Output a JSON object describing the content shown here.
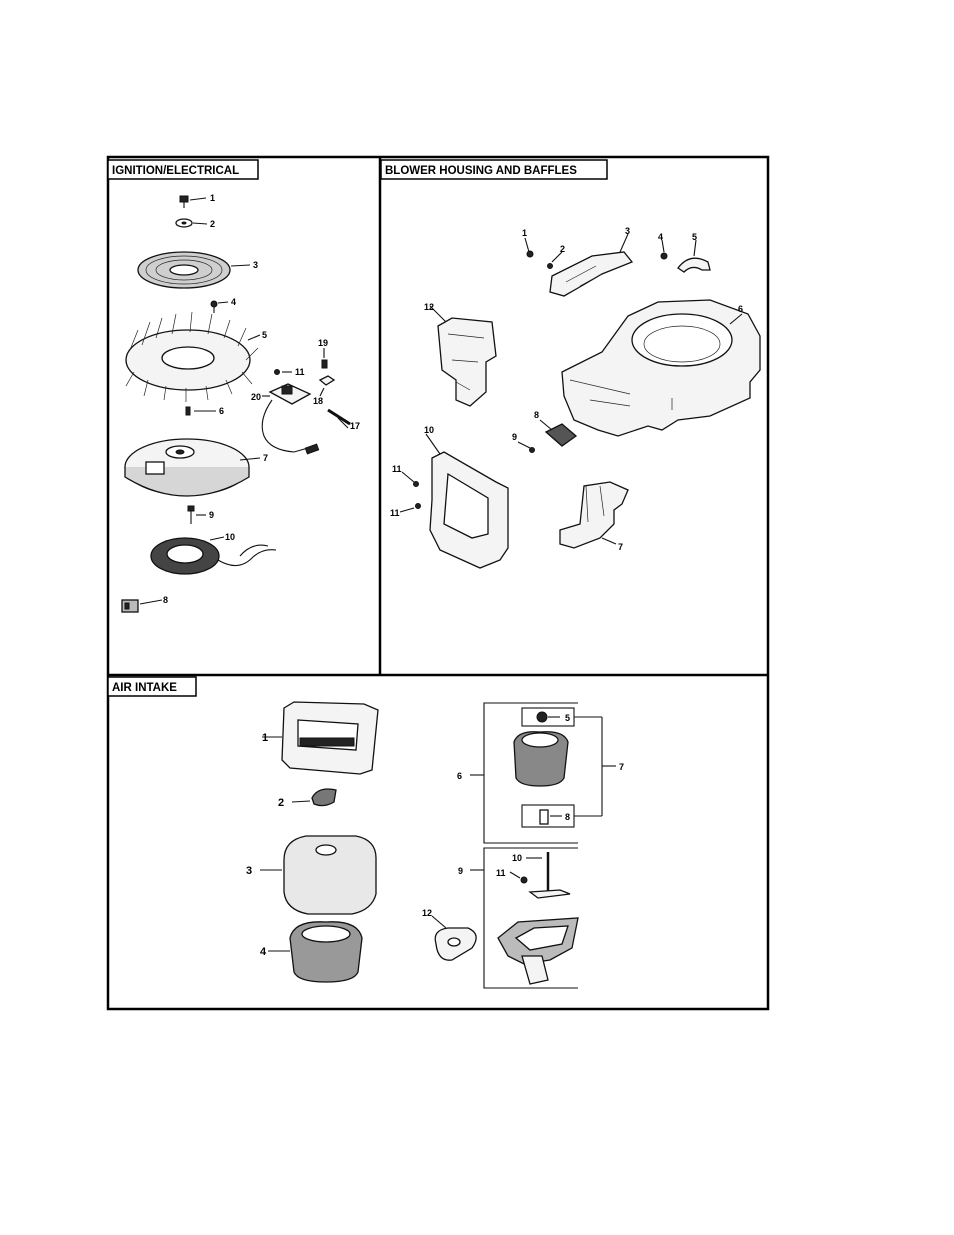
{
  "sections": {
    "ignition": {
      "title": "IGNITION/ELECTRICAL",
      "labels": [
        "1",
        "2",
        "3",
        "4",
        "5",
        "19",
        "11",
        "20",
        "18",
        "6",
        "17",
        "7",
        "9",
        "10",
        "8"
      ]
    },
    "blower": {
      "title": "BLOWER HOUSING AND BAFFLES",
      "labels": [
        "1",
        "2",
        "3",
        "4",
        "5",
        "12",
        "6",
        "8",
        "9",
        "10",
        "11",
        "11",
        "7"
      ]
    },
    "air_intake": {
      "title": "AIR INTAKE",
      "labels": [
        "1",
        "2",
        "3",
        "4",
        "5",
        "6",
        "7",
        "8",
        "10",
        "9",
        "11",
        "12"
      ]
    }
  }
}
